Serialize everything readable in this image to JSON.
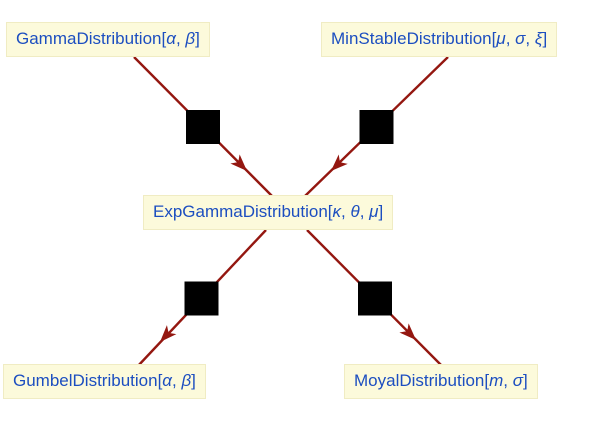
{
  "diagram": {
    "description": "Distribution relationship diagram: limiting/transformation relations converging to ExpGammaDistribution and diverging to Gumbel and Moyal distributions",
    "colors": {
      "node_fill": "#FCFADB",
      "node_border": "#F0ECC3",
      "node_text": "#1C4EC0",
      "edge": "#941710",
      "marker": "#000000",
      "bg": "#ffffff"
    },
    "nodes": [
      {
        "id": "gamma",
        "name": "GammaDistribution",
        "params": [
          "α",
          "β"
        ]
      },
      {
        "id": "minstable",
        "name": "MinStableDistribution",
        "params": [
          "μ",
          "σ",
          "ξ"
        ]
      },
      {
        "id": "expgamma",
        "name": "ExpGammaDistribution",
        "params": [
          "κ",
          "θ",
          "μ"
        ]
      },
      {
        "id": "gumbel",
        "name": "GumbelDistribution",
        "params": [
          "α",
          "β"
        ]
      },
      {
        "id": "moyal",
        "name": "MoyalDistribution",
        "params": [
          "m",
          "σ"
        ]
      }
    ],
    "edges": [
      {
        "from": "gamma",
        "to": "expgamma"
      },
      {
        "from": "minstable",
        "to": "expgamma"
      },
      {
        "from": "expgamma",
        "to": "gumbel"
      },
      {
        "from": "expgamma",
        "to": "moyal"
      }
    ],
    "punctuation": {
      "open_bracket": "[",
      "close_bracket": "]",
      "separator": ", "
    }
  }
}
